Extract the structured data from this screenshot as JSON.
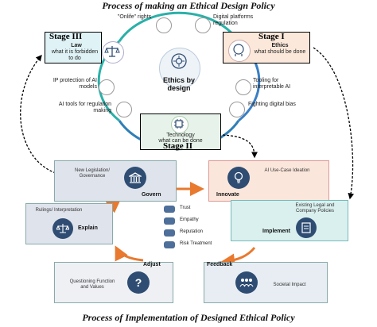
{
  "titles": {
    "top": "Process of making an Ethical Design Policy",
    "bottom": "Process of Implementation of Designed Ethical Policy"
  },
  "design_cycle": {
    "center": "Ethics by design",
    "stage3": {
      "title": "Stage III",
      "label": "Law",
      "sub": "what it is forbidden to do"
    },
    "stage1": {
      "title": "Stage I",
      "label": "Ethics",
      "sub": "what should be done"
    },
    "stage2": {
      "title": "Stage II",
      "label": "Technology",
      "sub": "what can be done"
    },
    "items": {
      "onlife": "\"Onlife\" rights",
      "digital_platforms": "Digital platforms regulation",
      "ip_protection": "IP protection of AI models",
      "tooling": "Tooling for interpretable AI",
      "ai_tools": "AI tools for regulation making",
      "fighting_bias": "Fighting digital bias"
    }
  },
  "implementation_cycle": {
    "govern": {
      "label": "Govern",
      "sub": "New Legislation/ Governance"
    },
    "innovate": {
      "label": "Innovate",
      "sub": "AI Use-Case Ideation"
    },
    "implement": {
      "label": "Implement",
      "sub": "Existing Legal and Company Policies"
    },
    "explain": {
      "label": "Explain",
      "sub": "Rulings/ Interpretation"
    },
    "adjust": {
      "label": "Adjust",
      "sub": "Questioning Function and Values"
    },
    "feedback": {
      "label": "Feedback",
      "sub": "Societal Impact"
    },
    "center_items": [
      "Trust",
      "Empathy",
      "Reputation",
      "Risk Treatment"
    ]
  },
  "colors": {
    "ring_teal": "#2ab0a8",
    "ring_blue": "#3a7fc4",
    "arrow_orange": "#e8792e",
    "icon_dark": "#2f4d73"
  }
}
